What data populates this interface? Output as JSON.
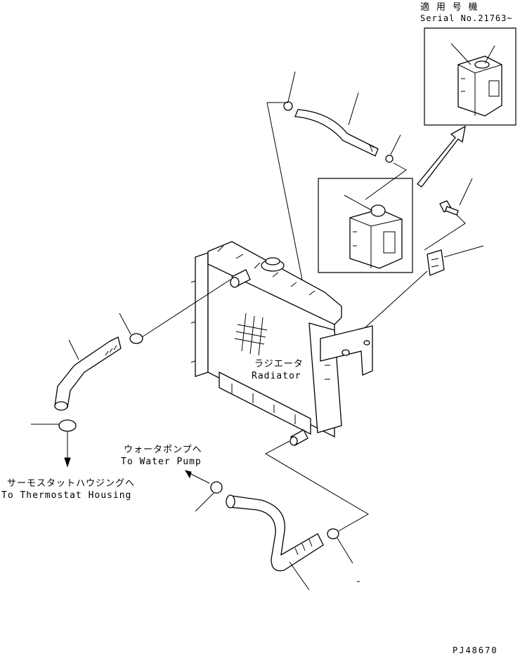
{
  "serial": {
    "applicable_label": "適 用 号 機",
    "serial_text": "Serial No.21763~"
  },
  "radiator": {
    "label_jp": "ラジエータ",
    "label_en": "Radiator"
  },
  "water_pump": {
    "label_jp": "ウォータポンプへ",
    "label_en": "To Water Pump"
  },
  "thermostat": {
    "label_jp": "サーモスタットハウジングへ",
    "label_en": "To Thermostat Housing"
  },
  "drawing_number": "PJ48670"
}
